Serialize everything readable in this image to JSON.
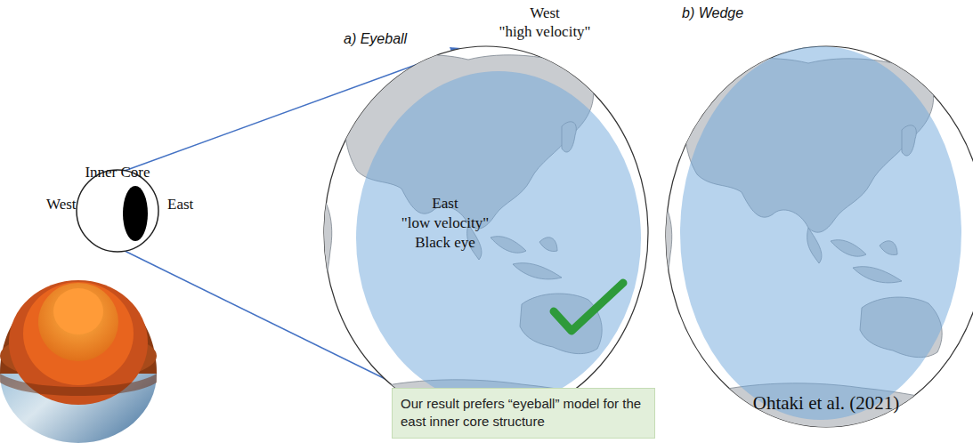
{
  "diagram": {
    "nodes": [
      {
        "text": [
          "Our result prefers “eyeball” model for the east inner core structure"
        ]
      }
    ],
    "labels": [
      "Inner Core",
      "West",
      "East",
      "a) Eyeball",
      "West",
      "\"high velocity\"",
      "East",
      "\"low velocity\"",
      "Black eye",
      "b) Wedge",
      "Ohtaki et al. (2021)"
    ]
  }
}
